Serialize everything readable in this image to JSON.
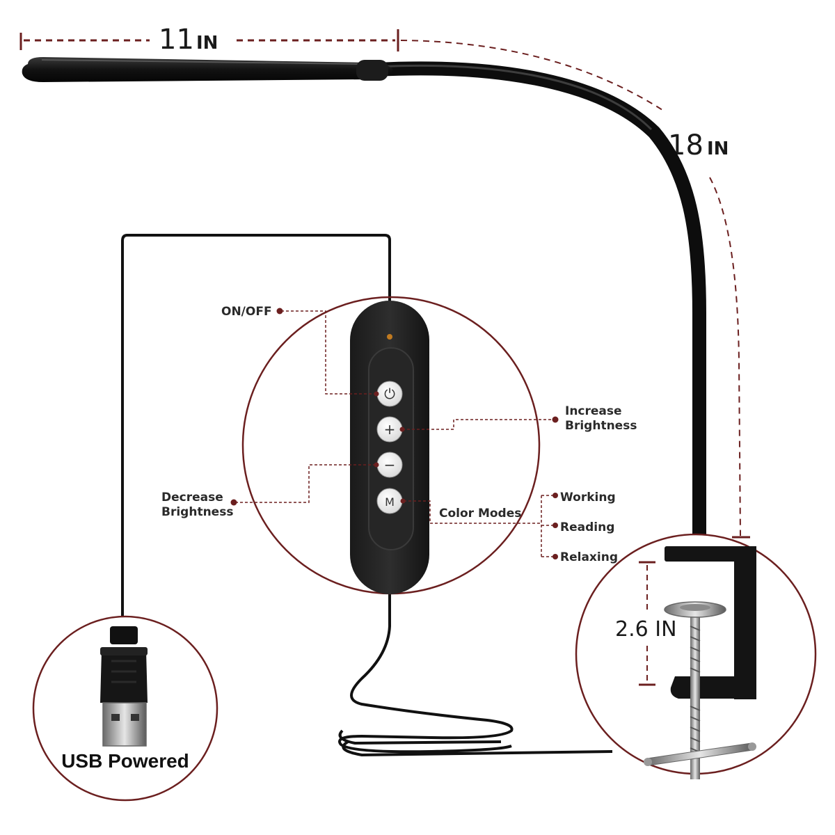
{
  "dimensions": {
    "head_length": {
      "value": "11",
      "unit": "IN"
    },
    "neck_length": {
      "value": "18",
      "unit": "IN"
    },
    "clamp_opening": {
      "value": "2.6 IN"
    }
  },
  "controller": {
    "buttons": [
      {
        "id": "power",
        "glyph": "⏻",
        "icon": "power-icon"
      },
      {
        "id": "plus",
        "glyph": "+",
        "icon": "plus-icon"
      },
      {
        "id": "minus",
        "glyph": "−",
        "icon": "minus-icon"
      },
      {
        "id": "mode",
        "glyph": "M",
        "icon": "mode-icon"
      }
    ]
  },
  "callouts": {
    "on_off": "ON/OFF",
    "increase": [
      "Increase",
      "Brightness"
    ],
    "decrease": [
      "Decrease",
      "Brightness"
    ],
    "color_modes": "Color Modes",
    "modes": [
      "Working",
      "Reading",
      "Relaxing"
    ]
  },
  "usb": {
    "label": "USB Powered"
  },
  "colors": {
    "accent": "#6b1f1f",
    "lamp": "#141414",
    "background": "#ffffff"
  }
}
